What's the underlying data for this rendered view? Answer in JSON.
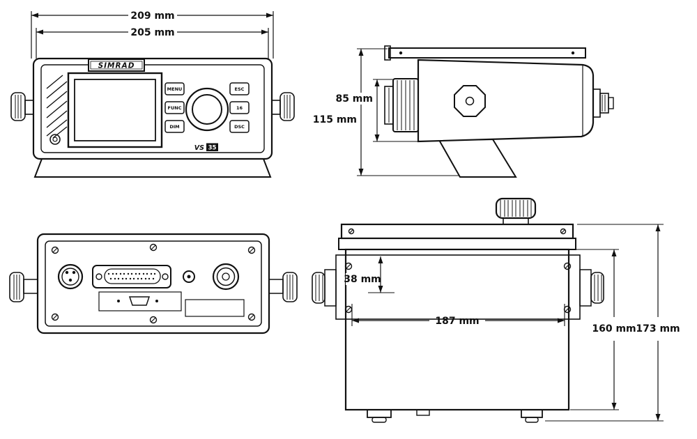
{
  "colors": {
    "ink": "#111111",
    "background": "#ffffff"
  },
  "front_view": {
    "dim_outer_width": "209 mm",
    "dim_inner_width": "205 mm",
    "brand": "SIMRAD",
    "model_prefix": "VS",
    "model_suffix": "35",
    "buttons_left": [
      "MENU",
      "FUNC",
      "DIM"
    ],
    "buttons_right": [
      "ESC",
      "16",
      "DSC"
    ]
  },
  "side_view": {
    "dim_body_height": "85 mm",
    "dim_overall_height": "115 mm"
  },
  "top_view": {
    "dim_hole_offset": "38 mm",
    "dim_hole_width": "187 mm",
    "dim_body_depth": "160 mm",
    "dim_overall_depth": "173 mm"
  }
}
